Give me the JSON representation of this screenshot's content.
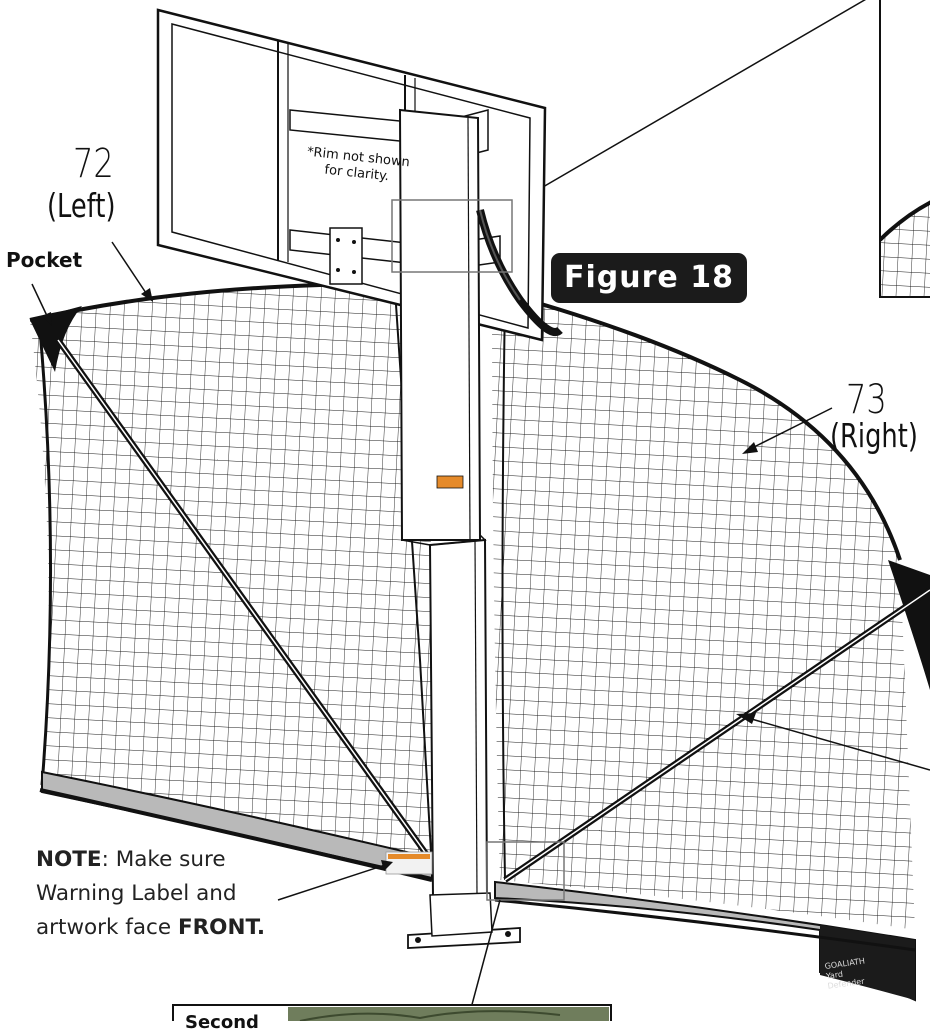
{
  "figure": {
    "label": "Figure  18"
  },
  "labels": {
    "left_number": "72",
    "left_side": "(Left)",
    "pocket": "Pocket",
    "right_number": "73",
    "right_side": "(Right)"
  },
  "rim_note": "*Rim not shown for clarity.",
  "note": {
    "lead": "NOTE",
    "text": ":  Make sure Warning Label and artwork face ",
    "emphasis": "FRONT."
  },
  "branding": "GOALIATH Yard Defender",
  "inset_caption": "Second",
  "colors": {
    "line": "#111111",
    "net_fill": "#ffffff",
    "badge": "#1b1b1b",
    "skirt": "#b9b9b9",
    "photo": "#6f7d5c"
  }
}
